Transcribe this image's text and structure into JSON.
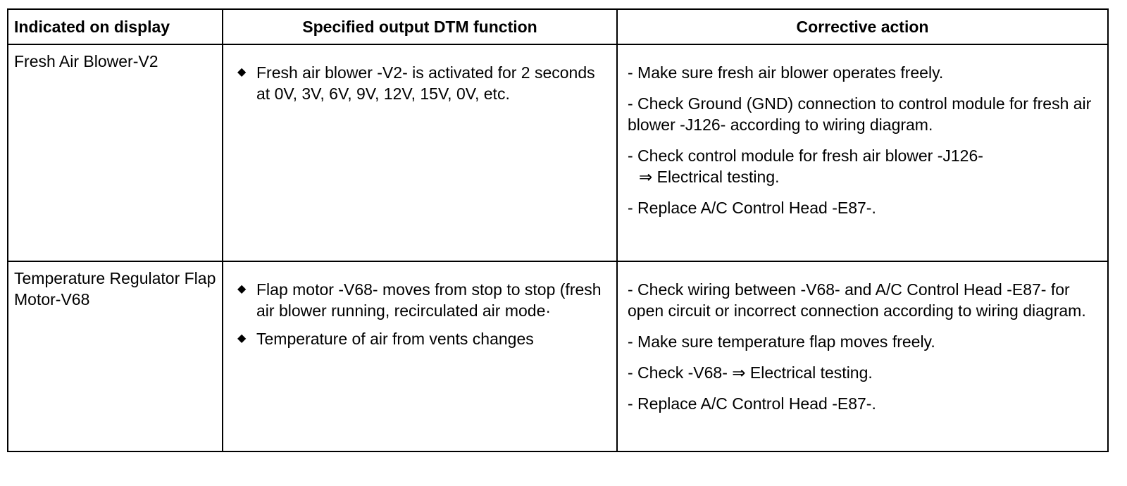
{
  "headers": [
    "Indicated on display",
    "Specified output DTM function",
    "Corrective action"
  ],
  "rows": [
    {
      "indicated": "Fresh Air Blower-V2",
      "functions": [
        "Fresh air blower -V2- is activated for 2 seconds at 0V, 3V, 6V, 9V, 12V, 15V, 0V, etc."
      ],
      "actions": [
        "- Make sure fresh air blower operates freely.",
        "- Check Ground (GND) connection to control module for fresh air blower -J126- according to wiring diagram.",
        "- Check control module for fresh air blower -J126-",
        "- Replace A/C Control Head -E87-."
      ],
      "action_continuation": "⇒ Electrical testing."
    },
    {
      "indicated": "Temperature Regulator Flap Motor-V68",
      "functions": [
        "Flap motor -V68- moves from stop to stop (fresh air blower running, recirculated air mode·",
        "Temperature of air from vents changes"
      ],
      "actions": [
        "- Check wiring between -V68- and A/C Control Head -E87- for open circuit or incorrect connection according to wiring diagram.",
        "- Make sure temperature flap moves freely.",
        "- Check -V68- ⇒ Electrical testing.",
        "- Replace A/C Control Head -E87-."
      ]
    }
  ],
  "bullet_glyph": "◆"
}
